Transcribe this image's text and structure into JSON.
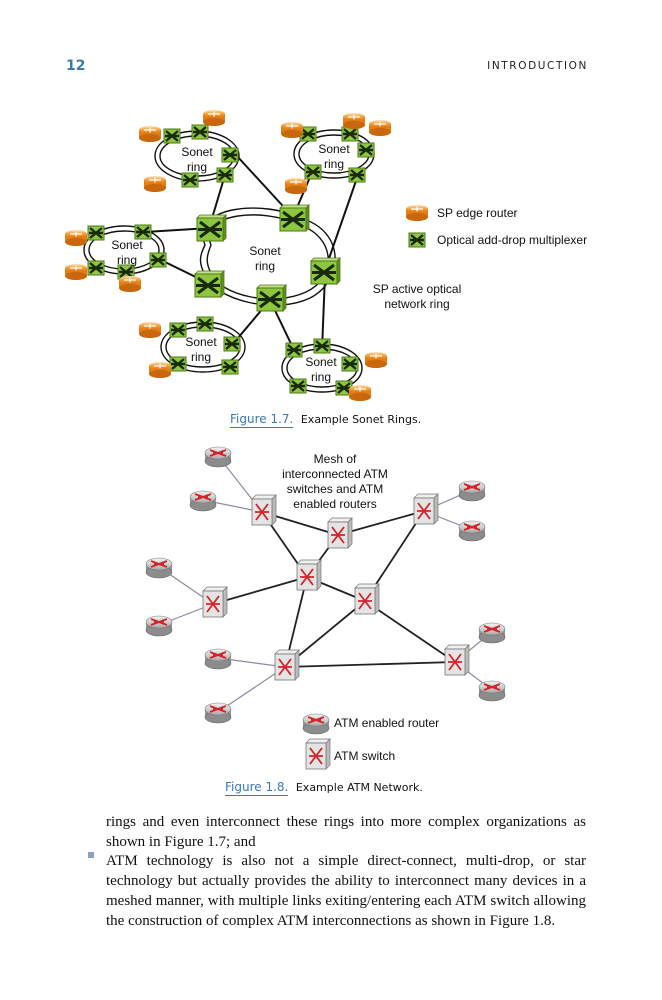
{
  "header": {
    "page_number": "12",
    "section": "INTRODUCTION"
  },
  "figure1": {
    "caption_label": "Figure 1.7.",
    "caption_text": "Example Sonet Rings.",
    "ring_label_line1": "Sonet",
    "ring_label_line2": "ring",
    "legend": {
      "router": "SP edge router",
      "oadm": "Optical add-drop multiplexer"
    },
    "annotation_line1": "SP active optical",
    "annotation_line2": "network ring"
  },
  "figure2": {
    "caption_label": "Figure 1.8.",
    "caption_text": "Example ATM Network.",
    "mesh_line1": "Mesh of",
    "mesh_line2": "interconnected ATM",
    "mesh_line3": "switches and ATM",
    "mesh_line4": "enabled routers",
    "legend": {
      "router": "ATM enabled router",
      "switch": "ATM switch"
    }
  },
  "body": {
    "para1": "rings and even interconnect these rings into more complex organizations as shown in Figure 1.7; and",
    "bullet_item": "ATM technology is also not a simple direct-connect, multi-drop, or star technology but actually provides the ability to interconnect many devices in a meshed manner, with multiple links exiting/entering each ATM switch allowing the construction of complex ATM interconnections as shown in Figure 1.8."
  },
  "colors": {
    "accent": "#3a78b8",
    "oadm": "#8dc63f",
    "router": "#f7941d"
  }
}
